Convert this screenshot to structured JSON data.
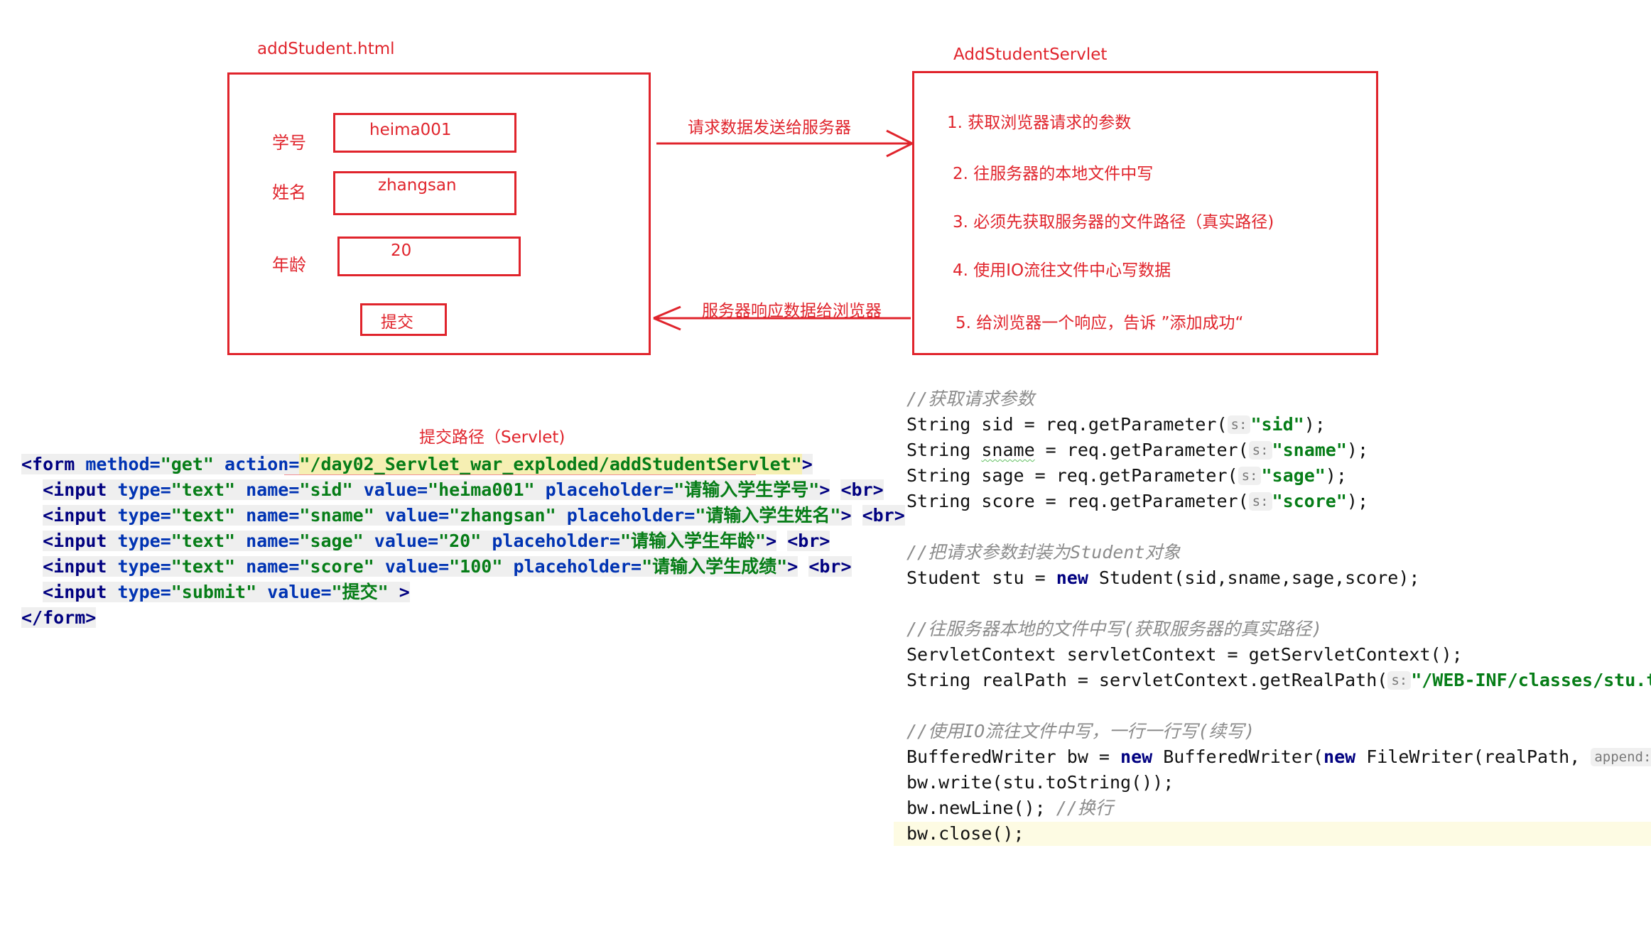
{
  "diagram": {
    "html_title": "addStudent.html",
    "servlet_title": "AddStudentServlet",
    "form": {
      "fields": [
        {
          "label": "学号",
          "value": "heima001"
        },
        {
          "label": "姓名",
          "value": "zhangsan"
        },
        {
          "label": "年龄",
          "value": "20"
        }
      ],
      "submit_label": "提交"
    },
    "request_arrow_label": "请求数据发送给服务器",
    "response_arrow_label": "服务器响应数据给浏览器",
    "submit_path_label": "提交路径（Servlet)",
    "steps": [
      "1. 获取浏览器请求的参数",
      "2. 往服务器的本地文件中写",
      "3. 必须先获取服务器的文件路径（真实路径)",
      "4. 使用IO流往文件中心写数据",
      "5. 给浏览器一个响应，告诉 ”添加成功“"
    ],
    "colors": {
      "accent": "#e0242c",
      "keyword": "#000080",
      "string": "#067d17",
      "comment": "#8c8c8c"
    }
  },
  "html_code": {
    "form_open": {
      "tag": "<form",
      "method_attr": "method=",
      "method_val": "\"get\"",
      "action_attr": "action=",
      "action_val": "\"/day02_Servlet_war_exploded/addStudentServlet\"",
      "close": ">"
    },
    "inputs": [
      {
        "tag": "<input",
        "type_val": "\"text\"",
        "name_val": "\"sid\"",
        "value_val": "\"heima001\"",
        "placeholder_val": "\"请输入学生学号\""
      },
      {
        "tag": "<input",
        "type_val": "\"text\"",
        "name_val": "\"sname\"",
        "value_val": "\"zhangsan\"",
        "placeholder_val": "\"请输入学生姓名\""
      },
      {
        "tag": "<input",
        "type_val": "\"text\"",
        "name_val": "\"sage\"",
        "value_val": "\"20\"",
        "placeholder_val": "\"请输入学生年龄\""
      },
      {
        "tag": "<input",
        "type_val": "\"text\"",
        "name_val": "\"score\"",
        "value_val": "\"100\"",
        "placeholder_val": "\"请输入学生成绩\""
      }
    ],
    "submit": {
      "tag": "<input",
      "type_val": "\"submit\"",
      "value_val": "\"提交\""
    },
    "br": "<br>",
    "form_close": "</form>",
    "attr_names": {
      "type": "type=",
      "name": "name=",
      "value": "value=",
      "placeholder": "placeholder="
    }
  },
  "java_code": {
    "c1": "//获取请求参数",
    "l1a": "String sid = req.getParameter(",
    "l1s": "\"sid\"",
    "l2a": "String ",
    "l2v": "sname",
    "l2b": " = req.getParameter(",
    "l2s": "\"sname\"",
    "l3a": "String sage = req.getParameter(",
    "l3s": "\"sage\"",
    "l4a": "String score = req.getParameter(",
    "l4s": "\"score\"",
    "hint_s": "s:",
    "end": ");",
    "c2a": "//把请求参数封装为",
    "c2b": "Student",
    "c2c": "对象",
    "l5a": "Student stu = ",
    "new": "new",
    "l5b": " Student(sid,sname,sage,score);",
    "c3": "//往服务器本地的文件中写(获取服务器的真实路径)",
    "l6": "ServletContext servletContext = getServletContext();",
    "l7a": "String realPath = servletContext.getRealPath(",
    "l7s": "\"/WEB-INF/classes/stu.txt\"",
    "l7e": ")",
    "c4a": "//使用",
    "c4b": "IO",
    "c4c": "流往文件中写，一行一行写(续写)",
    "l8a": "BufferedWriter bw = ",
    "l8b": " BufferedWriter(",
    "l8c": " FileWriter(realPath, ",
    "hint_append": "append:",
    "l8true": "true",
    "l9": "bw.write(stu.toString());",
    "l10a": "bw.newLine(); ",
    "l10c": "//换行",
    "l11": "bw.close();"
  }
}
